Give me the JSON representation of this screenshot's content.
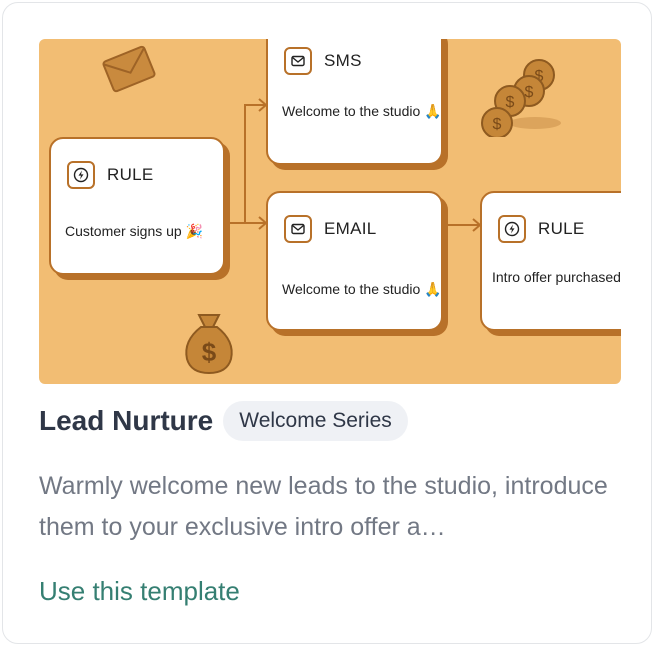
{
  "card": {
    "title": "Lead Nurture",
    "badge": "Welcome Series",
    "description": "Warmly welcome new leads to the studio, introduce them to your exclusive intro offer a…",
    "cta": "Use this template"
  },
  "flow": {
    "nodes": [
      {
        "type": "RULE",
        "icon": "bolt-icon",
        "text": "Customer signs up 🎉"
      },
      {
        "type": "SMS",
        "icon": "envelope-icon",
        "text": "Welcome to the studio 🙏"
      },
      {
        "type": "EMAIL",
        "icon": "envelope-icon",
        "text": "Welcome to the studio 🙏"
      },
      {
        "type": "RULE",
        "icon": "bolt-icon",
        "text": "Intro offer purchased"
      }
    ]
  },
  "colors": {
    "illustration_bg": "#f2bd73",
    "node_border": "#b87129",
    "title": "#2f3747",
    "link": "#357f72",
    "description": "#727884"
  }
}
